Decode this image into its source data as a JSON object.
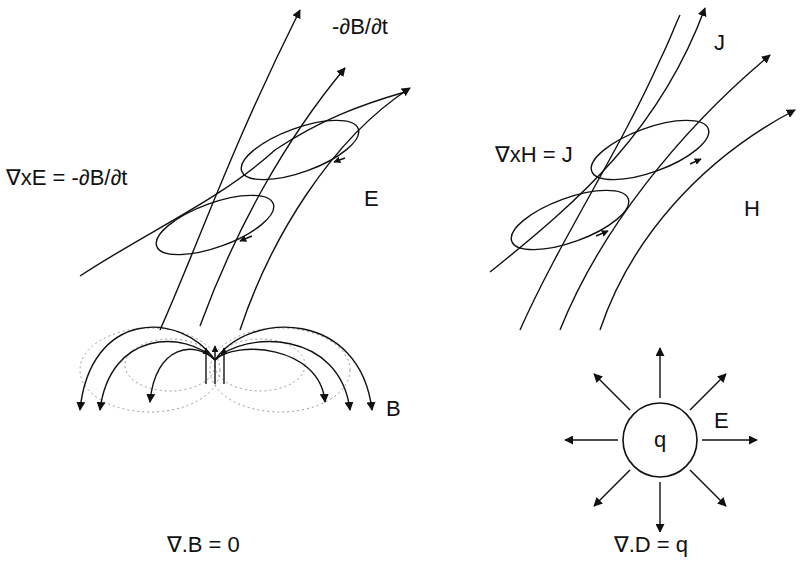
{
  "diagram": {
    "nodes": [
      {
        "text": [
          "q"
        ]
      }
    ],
    "labels": [
      "∇xE = -∂B/∂t",
      "-∂B/∂t",
      "E",
      "∇xH = J",
      "J",
      "H",
      "B",
      "∇.B = 0",
      "E",
      "∇.D = q"
    ]
  }
}
